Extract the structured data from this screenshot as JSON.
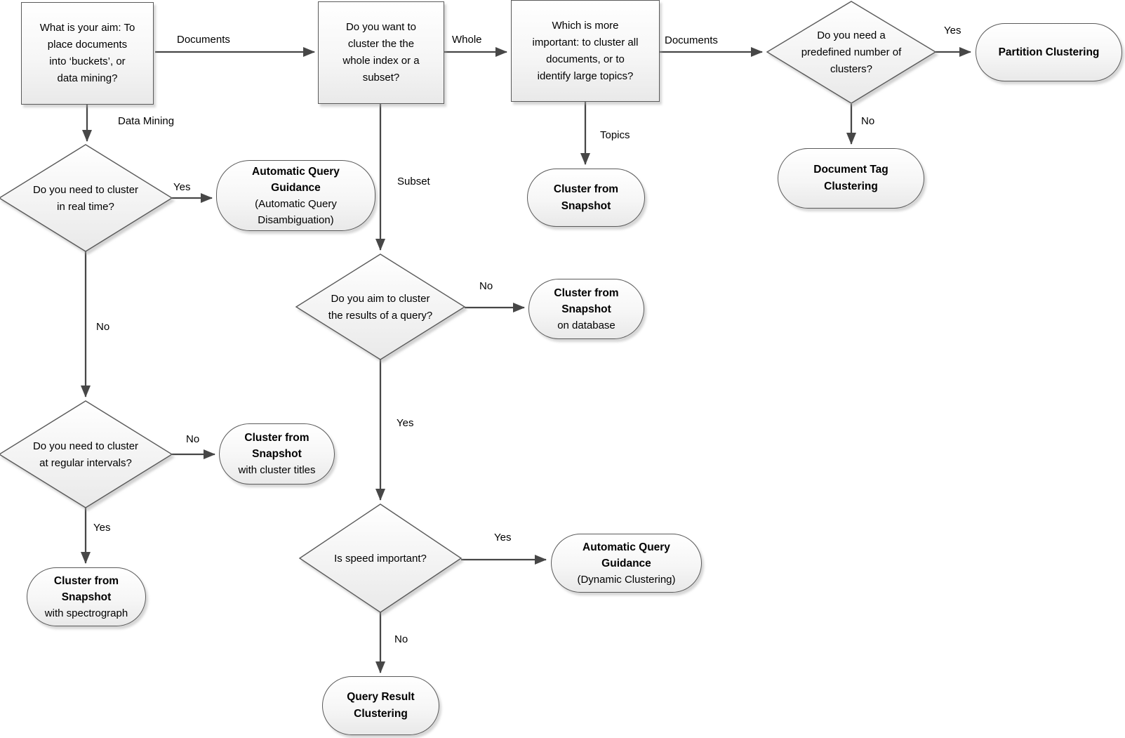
{
  "colors": {
    "arrow": "#474747",
    "node_border": "#5a5a5a",
    "fill_top": "#ffffff",
    "fill_bottom": "#e9e9e9",
    "text": "#000000"
  },
  "nodes": {
    "aim": {
      "lines": [
        "What is your aim: To",
        "place documents",
        "into ‘buckets’, or",
        "data mining?"
      ]
    },
    "whole_or_subset": {
      "lines": [
        "Do you want to",
        "cluster the the",
        "whole index or a",
        "subset?"
      ]
    },
    "which_important": {
      "lines": [
        "Which is more",
        "important: to cluster all",
        "documents, or to",
        "identify large topics?"
      ]
    },
    "predefined": {
      "lines": [
        "Do you need a",
        "predefined number of",
        "clusters?"
      ]
    },
    "realtime": {
      "lines": [
        "Do you need to cluster",
        "in real time?"
      ]
    },
    "query": {
      "lines": [
        "Do you aim to cluster",
        "the results of a query?"
      ]
    },
    "intervals": {
      "lines": [
        "Do you need to cluster",
        "at regular intervals?"
      ]
    },
    "speed": {
      "lines": [
        "Is speed important?"
      ]
    },
    "partition": {
      "title_lines": [
        "Partition Clustering"
      ]
    },
    "doc_tag": {
      "title_lines": [
        "Document Tag",
        "Clustering"
      ]
    },
    "snapshot_topics": {
      "title_lines": [
        "Cluster from",
        "Snapshot"
      ]
    },
    "aqg_disambiguation": {
      "title_lines": [
        "Automatic Query",
        "Guidance"
      ],
      "sub_lines": [
        "(Automatic Query",
        "Disambiguation)"
      ]
    },
    "snapshot_db": {
      "title_lines": [
        "Cluster from",
        "Snapshot"
      ],
      "sub_lines": [
        "on database"
      ]
    },
    "snapshot_titles": {
      "title_lines": [
        "Cluster from",
        "Snapshot"
      ],
      "sub_lines": [
        "with cluster titles"
      ]
    },
    "snapshot_spectrograph": {
      "title_lines": [
        "Cluster from",
        "Snapshot"
      ],
      "sub_lines": [
        "with spectrograph"
      ]
    },
    "aqg_dynamic": {
      "title_lines": [
        "Automatic Query",
        "Guidance"
      ],
      "sub_lines": [
        "(Dynamic Clustering)"
      ]
    },
    "query_result": {
      "title_lines": [
        "Query Result",
        "Clustering"
      ]
    }
  },
  "edge_labels": {
    "documents_1": "Documents",
    "data_mining": "Data Mining",
    "whole": "Whole",
    "documents_2": "Documents",
    "yes_partition": "Yes",
    "no_doc_tag": "No",
    "topics": "Topics",
    "yes_guidance": "Yes",
    "subset": "Subset",
    "no_snapshot_db": "No",
    "no_realtime": "No",
    "yes_query_results": "Yes",
    "no_cluster_titles": "No",
    "yes_spectrograph": "Yes",
    "yes_dynamic": "Yes",
    "no_speed": "No"
  }
}
